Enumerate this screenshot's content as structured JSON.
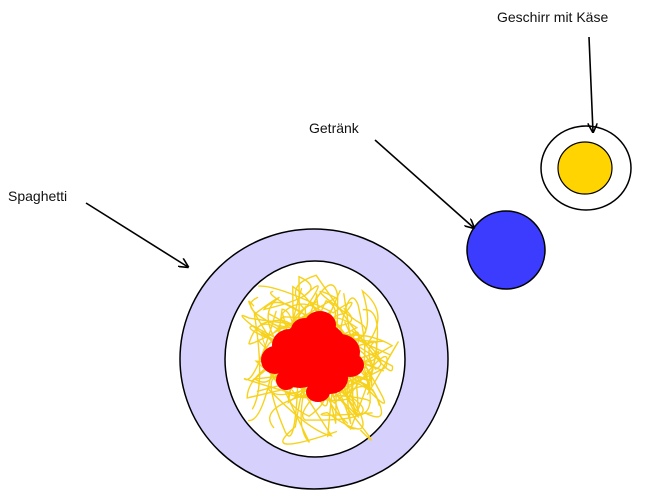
{
  "labels": {
    "spaghetti": "Spaghetti",
    "drink": "Getränk",
    "cheese_dish": "Geschirr mit Käse"
  },
  "colors": {
    "plate_rim": "#d6d0fd",
    "plate_center": "#ffffff",
    "noodles": "#f7d21d",
    "sauce": "#ff0000",
    "drink": "#3c3cff",
    "cheese": "#ffd400",
    "outline": "#000000"
  }
}
